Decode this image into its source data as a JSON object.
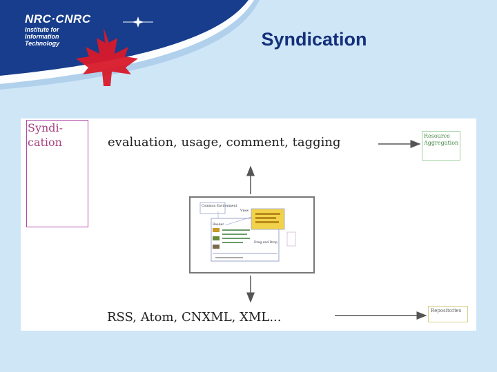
{
  "header": {
    "logo_main": "NRC·CNRC",
    "logo_lines": [
      "Institute for",
      "Information",
      "Technology"
    ],
    "title": "Syndication"
  },
  "diagram": {
    "synd_label": "Syndi-\ncation",
    "top_text": "evaluation, usage, comment, tagging",
    "bottom_text": "RSS, Atom, CNXML, XML...",
    "resource_box": "Resource Aggregation",
    "repo_box": "Repositories",
    "screenshot": {
      "common_env": "Common Environment",
      "view_label": "View",
      "reader_label": "Reader",
      "drag_drop": "Drag and Drop"
    }
  },
  "colors": {
    "background": "#cfe6f7",
    "title": "#14307a",
    "maple_red": "#d8192a",
    "banner_blue": "#173d8c",
    "synd_border": "#b04aa8",
    "resource_green": "#4a8a4a"
  }
}
